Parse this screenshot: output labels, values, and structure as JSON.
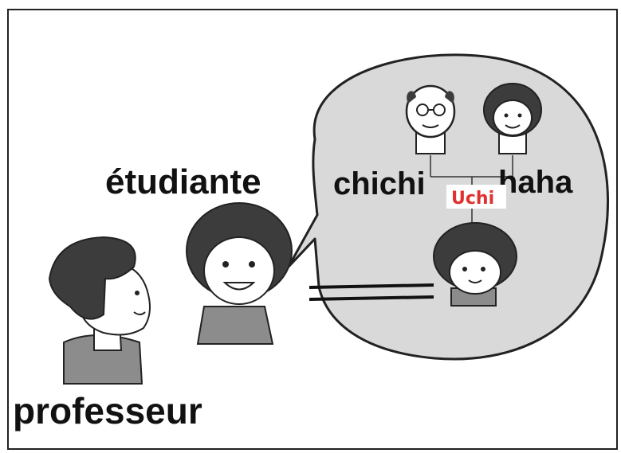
{
  "labels": {
    "student": "étudiante",
    "father": "chichi",
    "mother": "haha",
    "inner_group": "Uchi",
    "professor": "professeur"
  },
  "colors": {
    "bubble_fill": "#d9d9d9",
    "hair": "#3c3c3c",
    "shirt": "#8c8c8c",
    "uchi_text": "#e03030"
  },
  "icons": {
    "professor": "man-face-profile",
    "student": "smiling-girl-face",
    "father": "bald-man-with-glasses",
    "mother": "smiling-woman",
    "child": "girl-face"
  }
}
